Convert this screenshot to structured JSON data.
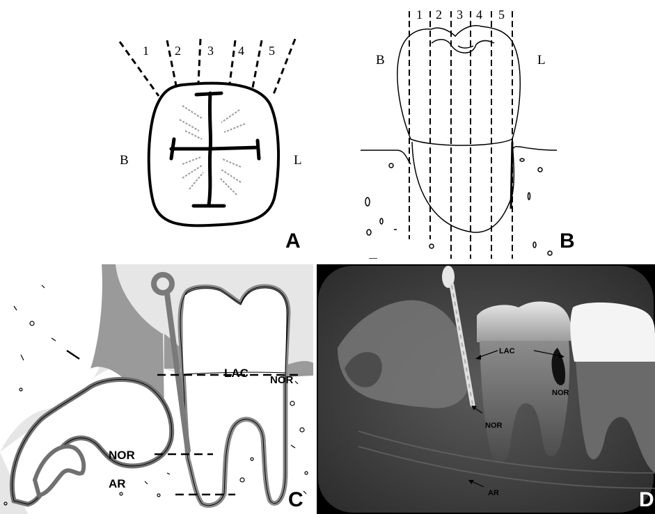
{
  "panels": {
    "a": {
      "letter": "A",
      "columns": [
        "1",
        "2",
        "3",
        "4",
        "5"
      ],
      "side_left": "B",
      "side_right": "L"
    },
    "b": {
      "letter": "B",
      "columns": [
        "1",
        "2",
        "3",
        "4",
        "5"
      ],
      "side_left": "B",
      "side_right": "L"
    },
    "c": {
      "letter": "C",
      "labels": {
        "lac": "LAC",
        "nor_top": "NOR",
        "nor_mid": "NOR",
        "ar": "AR"
      }
    },
    "d": {
      "letter": "D",
      "labels": {
        "lac": "LAC",
        "nor_right": "NOR",
        "nor_left": "NOR",
        "ar": "AR"
      }
    }
  },
  "colors": {
    "line": "#000000",
    "bone_fill": "#e8e8e8",
    "instrument": "#808080",
    "radiograph_bg": "#2a2a2a",
    "crown_radiopaque": "#f2f2f2"
  }
}
